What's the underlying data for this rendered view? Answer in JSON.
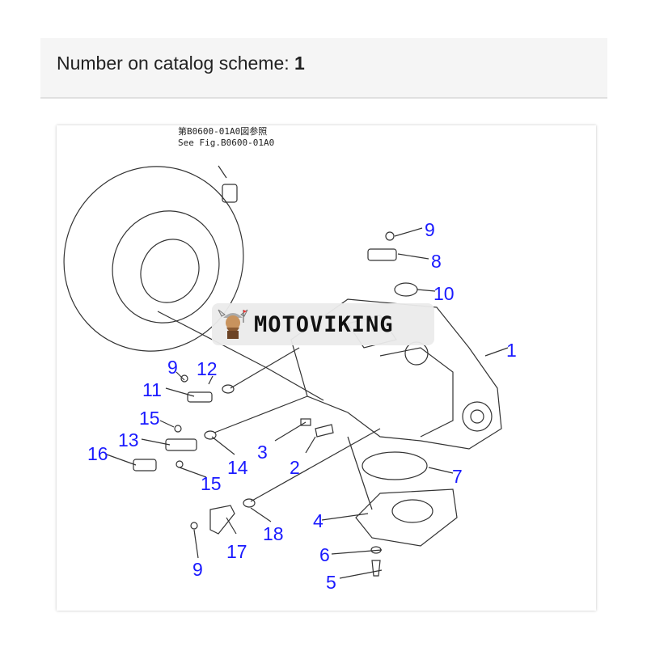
{
  "header": {
    "label": "Number on catalog scheme:",
    "value": "1"
  },
  "diagram": {
    "ref_jp": "第B0600-01A0図参照",
    "ref_en": "See Fig.B0600-01A0",
    "watermark": "MOTOVIKING",
    "callouts": [
      "9",
      "8",
      "10",
      "1",
      "9",
      "12",
      "11",
      "15",
      "13",
      "16",
      "3",
      "14",
      "2",
      "7",
      "15",
      "4",
      "18",
      "17",
      "6",
      "9",
      "5"
    ]
  },
  "colors": {
    "callout": "#1a1aff",
    "header_bg": "#f5f5f5"
  }
}
